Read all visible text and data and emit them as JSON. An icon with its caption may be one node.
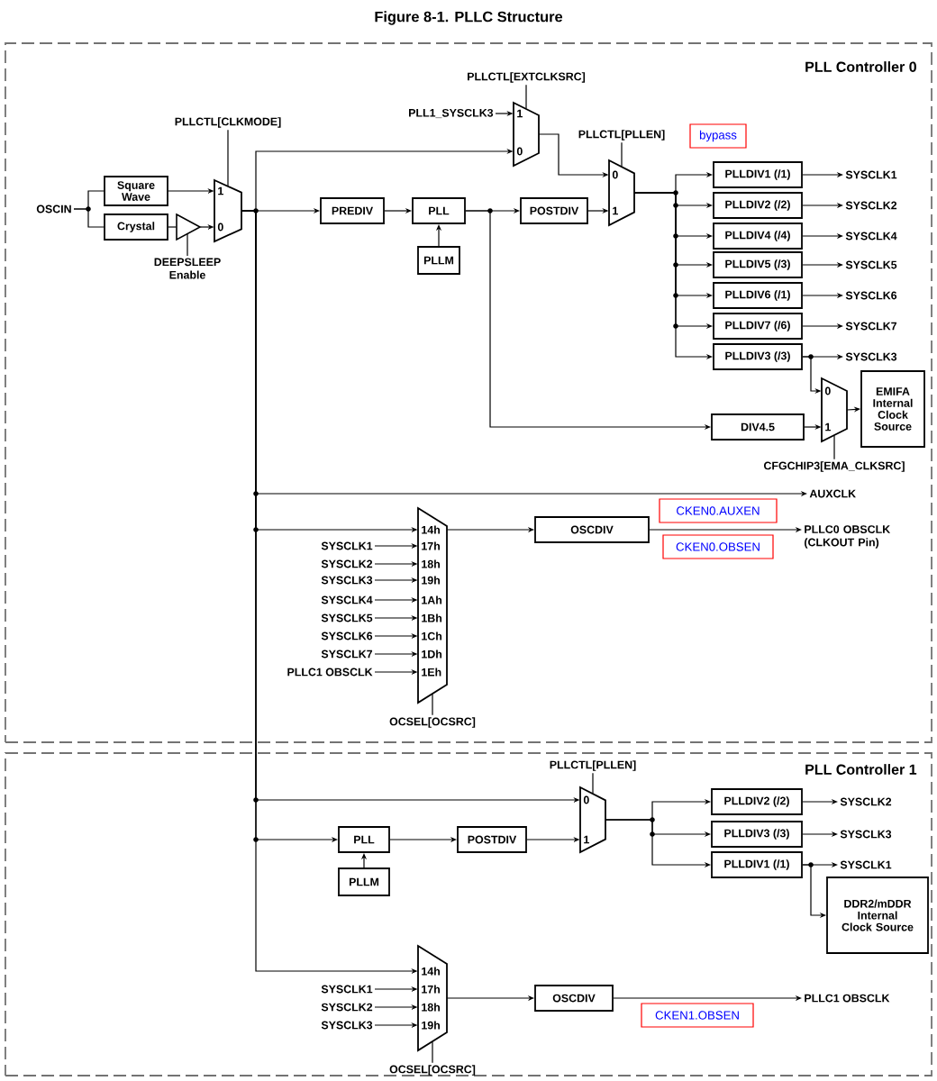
{
  "diagram": {
    "title": "Figure 8-1. PLLC Structure",
    "nodes": [
      {
        "text": [
          "PLL Controller 0"
        ]
      },
      {
        "text": [
          "OSCIN"
        ],
        "in": 0
      },
      {
        "text": [
          "Square Wave"
        ],
        "in": 0
      },
      {
        "text": [
          "Crystal"
        ],
        "in": 0
      },
      {
        "text": [],
        "shape": "triangle",
        "beside": [
          "DEEPSLEEP Enable"
        ],
        "in": 0
      },
      {
        "text": [
          "1",
          "0"
        ],
        "in": 0
      },
      {
        "text": [
          "PLLCTL[CLKMODE]"
        ],
        "in": 0
      },
      {
        "text": [
          "PLL1_SYSCLK3"
        ],
        "in": 0
      },
      {
        "text": [
          "PLLCTL[EXTCLKSRC]"
        ],
        "in": 0
      },
      {
        "text": [
          "1",
          "0"
        ],
        "in": 0
      },
      {
        "text": [
          "PREDIV"
        ],
        "in": 0
      },
      {
        "text": [
          "PLL"
        ],
        "in": 0
      },
      {
        "text": [
          "PLLM"
        ],
        "in": 0
      },
      {
        "text": [
          "POSTDIV"
        ],
        "in": 0
      },
      {
        "text": [
          "PLLCTL[PLLEN]"
        ],
        "in": 0
      },
      {
        "text": [
          "bypass"
        ],
        "in": 0
      },
      {
        "text": [
          "0",
          "1"
        ],
        "in": 0
      },
      {
        "text": [
          "PLLDIV1 (/1)"
        ],
        "in": 0
      },
      {
        "text": [
          "PLLDIV2 (/2)"
        ],
        "in": 0
      },
      {
        "text": [
          "PLLDIV4 (/4)"
        ],
        "in": 0
      },
      {
        "text": [
          "PLLDIV5 (/3)"
        ],
        "in": 0
      },
      {
        "text": [
          "PLLDIV6 (/1)"
        ],
        "in": 0
      },
      {
        "text": [
          "PLLDIV7 (/6)"
        ],
        "in": 0
      },
      {
        "text": [
          "PLLDIV3 (/3)"
        ],
        "in": 0
      },
      {
        "text": [
          "SYSCLK1"
        ],
        "in": 0
      },
      {
        "text": [
          "SYSCLK2"
        ],
        "in": 0
      },
      {
        "text": [
          "SYSCLK4"
        ],
        "in": 0
      },
      {
        "text": [
          "SYSCLK5"
        ],
        "in": 0
      },
      {
        "text": [
          "SYSCLK6"
        ],
        "in": 0
      },
      {
        "text": [
          "SYSCLK7"
        ],
        "in": 0
      },
      {
        "text": [
          "SYSCLK3"
        ],
        "in": 0
      },
      {
        "text": [
          "DIV4.5"
        ],
        "in": 0
      },
      {
        "text": [
          "0",
          "1"
        ],
        "in": 0
      },
      {
        "text": [
          "CFGCHIP3[EMA_CLKSRC]"
        ],
        "in": 0
      },
      {
        "text": [
          "EMIFA Internal Clock Source"
        ],
        "in": 0
      },
      {
        "text": [
          "AUXCLK"
        ],
        "in": 0
      },
      {
        "text": [
          "CKEN0.AUXEN"
        ],
        "in": 0
      },
      {
        "text": [
          "14h",
          "17h",
          "18h",
          "19h",
          "1Ah",
          "1Bh",
          "1Ch",
          "1Dh",
          "1Eh"
        ],
        "in": 0
      },
      {
        "text": [
          "SYSCLK1"
        ],
        "in": 0
      },
      {
        "text": [
          "SYSCLK2"
        ],
        "in": 0
      },
      {
        "text": [
          "SYSCLK3"
        ],
        "in": 0
      },
      {
        "text": [
          "SYSCLK4"
        ],
        "in": 0
      },
      {
        "text": [
          "SYSCLK5"
        ],
        "in": 0
      },
      {
        "text": [
          "SYSCLK6"
        ],
        "in": 0
      },
      {
        "text": [
          "SYSCLK7"
        ],
        "in": 0
      },
      {
        "text": [
          "PLLC1 OBSCLK"
        ],
        "in": 0
      },
      {
        "text": [
          "OCSEL[OCSRC]"
        ],
        "in": 0
      },
      {
        "text": [
          "OSCDIV"
        ],
        "in": 0
      },
      {
        "text": [
          "CKEN0.OBSEN"
        ],
        "in": 0
      },
      {
        "text": [
          "PLLC0 OBSCLK (CLKOUT Pin)"
        ],
        "in": 0
      },
      {
        "text": [
          "PLL Controller 1"
        ]
      },
      {
        "text": [
          "PLL"
        ],
        "in": 50
      },
      {
        "text": [
          "PLLM"
        ],
        "in": 50
      },
      {
        "text": [
          "POSTDIV"
        ],
        "in": 50
      },
      {
        "text": [
          "PLLCTL[PLLEN]"
        ],
        "in": 50
      },
      {
        "text": [
          "0",
          "1"
        ],
        "in": 50
      },
      {
        "text": [
          "PLLDIV2 (/2)"
        ],
        "in": 50
      },
      {
        "text": [
          "PLLDIV3 (/3)"
        ],
        "in": 50
      },
      {
        "text": [
          "PLLDIV1 (/1)"
        ],
        "in": 50
      },
      {
        "text": [
          "SYSCLK2"
        ],
        "in": 50
      },
      {
        "text": [
          "SYSCLK3"
        ],
        "in": 50
      },
      {
        "text": [
          "SYSCLK1"
        ],
        "in": 50
      },
      {
        "text": [
          "DDR2/mDDR Internal Clock Source"
        ],
        "in": 50
      },
      {
        "text": [
          "14h",
          "17h",
          "18h",
          "19h"
        ],
        "in": 50
      },
      {
        "text": [
          "SYSCLK1"
        ],
        "in": 50
      },
      {
        "text": [
          "SYSCLK2"
        ],
        "in": 50
      },
      {
        "text": [
          "SYSCLK3"
        ],
        "in": 50
      },
      {
        "text": [
          "OCSEL[OCSRC]"
        ],
        "in": 50
      },
      {
        "text": [
          "OSCDIV"
        ],
        "in": 50
      },
      {
        "text": [
          "CKEN1.OBSEN"
        ],
        "in": 50
      },
      {
        "text": [
          "PLLC1 OBSCLK"
        ],
        "in": 50
      }
    ],
    "edges": [
      {
        "from": 1,
        "to": 2,
        "arrow": "none"
      },
      {
        "from": 1,
        "to": 3,
        "arrow": "none"
      },
      {
        "from": 2,
        "to": 5,
        "arrow": "to"
      },
      {
        "from": 3,
        "to": 4,
        "arrow": "none"
      },
      {
        "from": 4,
        "to": 5,
        "arrow": "to"
      },
      {
        "from": 6,
        "to": 5,
        "arrow": "none"
      },
      {
        "from": 5,
        "to": 9,
        "arrow": "to"
      },
      {
        "from": 5,
        "to": 10,
        "arrow": "to"
      },
      {
        "from": 7,
        "to": 9,
        "arrow": "to"
      },
      {
        "from": 8,
        "to": 9,
        "arrow": "none"
      },
      {
        "from": 9,
        "to": 16,
        "arrow": "to"
      },
      {
        "from": 10,
        "to": 11,
        "arrow": "to"
      },
      {
        "from": 12,
        "to": 11,
        "arrow": "to"
      },
      {
        "from": 11,
        "to": 13,
        "arrow": "to"
      },
      {
        "from": 13,
        "to": 16,
        "arrow": "to"
      },
      {
        "from": 11,
        "to": 31,
        "arrow": "to"
      },
      {
        "from": 14,
        "to": 16,
        "arrow": "none"
      },
      {
        "from": 16,
        "to": 17,
        "arrow": "to"
      },
      {
        "from": 16,
        "to": 18,
        "arrow": "to"
      },
      {
        "from": 16,
        "to": 19,
        "arrow": "to"
      },
      {
        "from": 16,
        "to": 20,
        "arrow": "to"
      },
      {
        "from": 16,
        "to": 21,
        "arrow": "to"
      },
      {
        "from": 16,
        "to": 22,
        "arrow": "to"
      },
      {
        "from": 16,
        "to": 23,
        "arrow": "to"
      },
      {
        "from": 17,
        "to": 24,
        "arrow": "to"
      },
      {
        "from": 18,
        "to": 25,
        "arrow": "to"
      },
      {
        "from": 19,
        "to": 26,
        "arrow": "to"
      },
      {
        "from": 20,
        "to": 27,
        "arrow": "to"
      },
      {
        "from": 21,
        "to": 28,
        "arrow": "to"
      },
      {
        "from": 22,
        "to": 29,
        "arrow": "to"
      },
      {
        "from": 23,
        "to": 30,
        "arrow": "to"
      },
      {
        "from": 23,
        "to": 32,
        "arrow": "to"
      },
      {
        "from": 31,
        "to": 32,
        "arrow": "to"
      },
      {
        "from": 33,
        "to": 32,
        "arrow": "none"
      },
      {
        "from": 32,
        "to": 34,
        "arrow": "to"
      },
      {
        "from": 5,
        "to": 35,
        "arrow": "to"
      },
      {
        "from": 5,
        "to": 37,
        "arrow": "to"
      },
      {
        "from": 38,
        "to": 37,
        "arrow": "to"
      },
      {
        "from": 39,
        "to": 37,
        "arrow": "to"
      },
      {
        "from": 40,
        "to": 37,
        "arrow": "to"
      },
      {
        "from": 41,
        "to": 37,
        "arrow": "to"
      },
      {
        "from": 42,
        "to": 37,
        "arrow": "to"
      },
      {
        "from": 43,
        "to": 37,
        "arrow": "to"
      },
      {
        "from": 44,
        "to": 37,
        "arrow": "to"
      },
      {
        "from": 45,
        "to": 37,
        "arrow": "to"
      },
      {
        "from": 46,
        "to": 37,
        "arrow": "none"
      },
      {
        "from": 37,
        "to": 47,
        "arrow": "to"
      },
      {
        "from": 47,
        "to": 49,
        "arrow": "to"
      },
      {
        "from": 5,
        "to": 55,
        "arrow": "to"
      },
      {
        "from": 5,
        "to": 51,
        "arrow": "to"
      },
      {
        "from": 52,
        "to": 51,
        "arrow": "to"
      },
      {
        "from": 51,
        "to": 53,
        "arrow": "to"
      },
      {
        "from": 53,
        "to": 55,
        "arrow": "to"
      },
      {
        "from": 54,
        "to": 55,
        "arrow": "none"
      },
      {
        "from": 55,
        "to": 56,
        "arrow": "to"
      },
      {
        "from": 55,
        "to": 57,
        "arrow": "to"
      },
      {
        "from": 55,
        "to": 58,
        "arrow": "to"
      },
      {
        "from": 56,
        "to": 59,
        "arrow": "to"
      },
      {
        "from": 57,
        "to": 60,
        "arrow": "to"
      },
      {
        "from": 58,
        "to": 61,
        "arrow": "to"
      },
      {
        "from": 58,
        "to": 62,
        "arrow": "to"
      },
      {
        "from": 5,
        "to": 63,
        "arrow": "to"
      },
      {
        "from": 64,
        "to": 63,
        "arrow": "to"
      },
      {
        "from": 65,
        "to": 63,
        "arrow": "to"
      },
      {
        "from": 66,
        "to": 63,
        "arrow": "to"
      },
      {
        "from": 67,
        "to": 63,
        "arrow": "none"
      },
      {
        "from": 63,
        "to": 68,
        "arrow": "to"
      },
      {
        "from": 68,
        "to": 70,
        "arrow": "to"
      }
    ]
  }
}
